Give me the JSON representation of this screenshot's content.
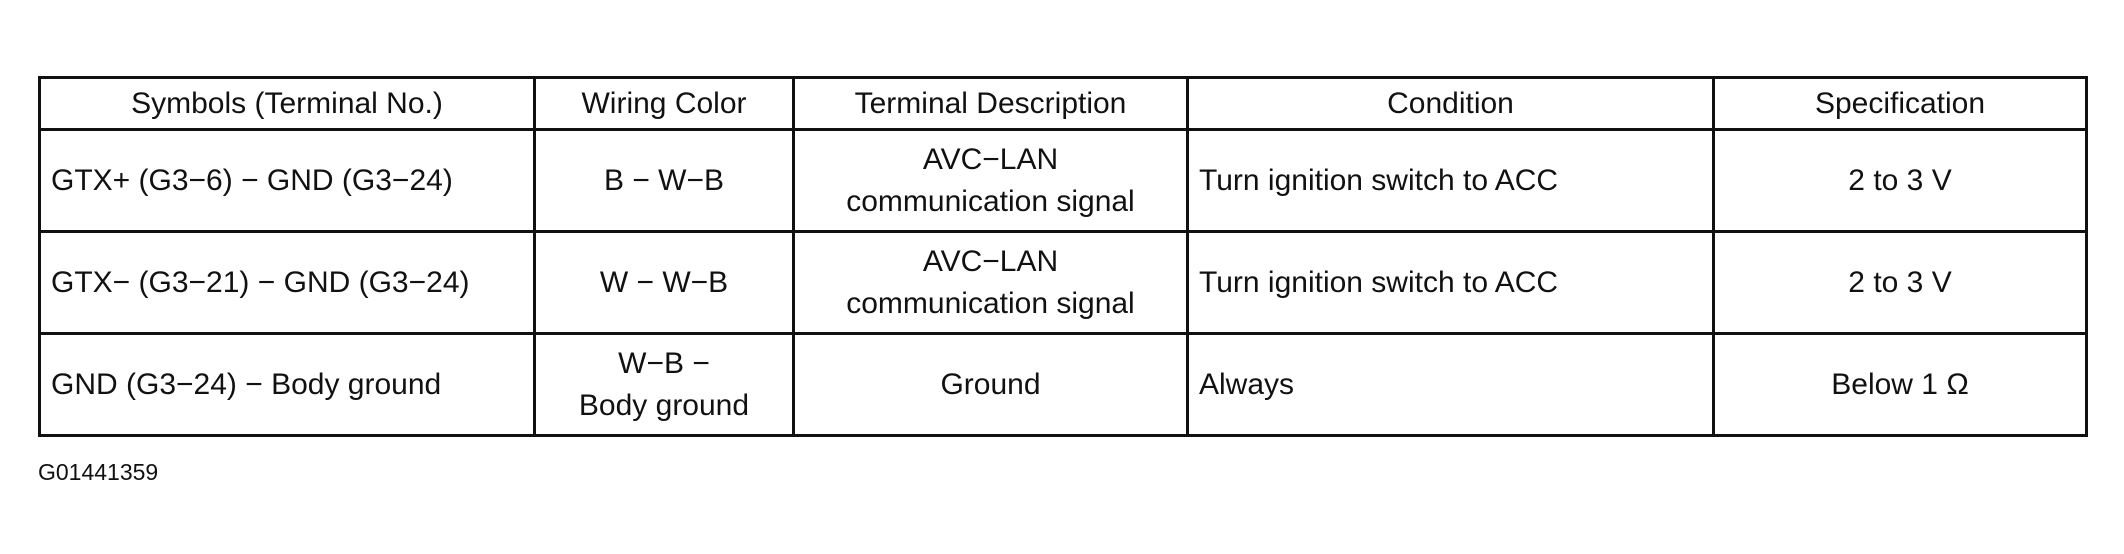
{
  "table": {
    "headers": [
      "Symbols (Terminal No.)",
      "Wiring Color",
      "Terminal Description",
      "Condition",
      "Specification"
    ],
    "rows": [
      {
        "symbols": "GTX+ (G3−6) − GND (G3−24)",
        "wiring_color": [
          "B − W−B"
        ],
        "terminal_description": [
          "AVC−LAN",
          "communication signal"
        ],
        "condition": "Turn ignition switch to ACC",
        "specification": "2 to 3 V"
      },
      {
        "symbols": "GTX− (G3−21) − GND (G3−24)",
        "wiring_color": [
          "W − W−B"
        ],
        "terminal_description": [
          "AVC−LAN",
          "communication signal"
        ],
        "condition": "Turn ignition switch to ACC",
        "specification": "2 to 3 V"
      },
      {
        "symbols": "GND (G3−24) − Body ground",
        "wiring_color": [
          "W−B −",
          "Body ground"
        ],
        "terminal_description": [
          "Ground"
        ],
        "condition": "Always",
        "specification": "Below 1 Ω"
      }
    ]
  },
  "figure_id": "G01441359"
}
